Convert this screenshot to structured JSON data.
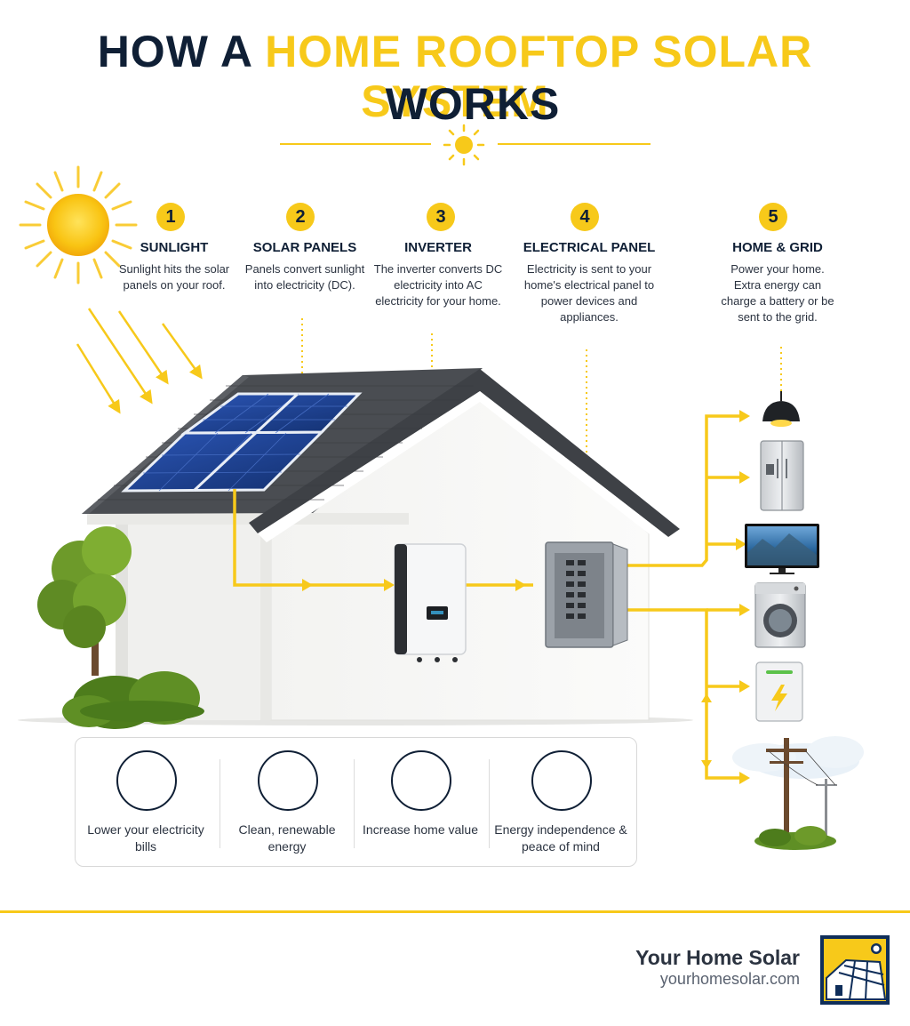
{
  "header": {
    "title_part1": "HOW A ",
    "title_part2": "HOME ROOFTOP SOLAR SYSTEM",
    "title_line2": "WORKS"
  },
  "steps": [
    {
      "number": "1",
      "title": "SUNLIGHT",
      "description": "Sunlight hits the solar panels on your roof."
    },
    {
      "number": "2",
      "title": "SOLAR PANELS",
      "description": "Panels convert sunlight into electricity (DC)."
    },
    {
      "number": "3",
      "title": "INVERTER",
      "description": "The inverter converts DC electricity into AC electricity for your home."
    },
    {
      "number": "4",
      "title": "ELECTRICAL PANEL",
      "description": "Electricity is sent to your home's electrical panel to power devices and appliances."
    },
    {
      "number": "5",
      "title": "HOME & GRID",
      "description": "Power your home. Extra energy can charge a battery or be sent to the grid."
    }
  ],
  "benefits": [
    {
      "icon": "dollar-down-icon",
      "label": "Lower your electricity bills"
    },
    {
      "icon": "leaf-icon",
      "label": "Clean, renewable energy"
    },
    {
      "icon": "house-up-icon",
      "label": "Increase home value"
    },
    {
      "icon": "shield-check-icon",
      "label": "Energy independence & peace of mind"
    }
  ],
  "devices": [
    "lamp-icon",
    "refrigerator-icon",
    "television-icon",
    "washing-machine-icon",
    "home-battery-icon",
    "utility-pole-icon"
  ],
  "brand": {
    "name": "Your Home Solar",
    "url": "yourhomesolar.com",
    "logo_icon": "solar-roof-logo-icon"
  },
  "colors": {
    "accent": "#f7c91a",
    "navy": "#0f1f35",
    "panel_blue": "#1d3f8f",
    "roof": "#4a4d52"
  }
}
